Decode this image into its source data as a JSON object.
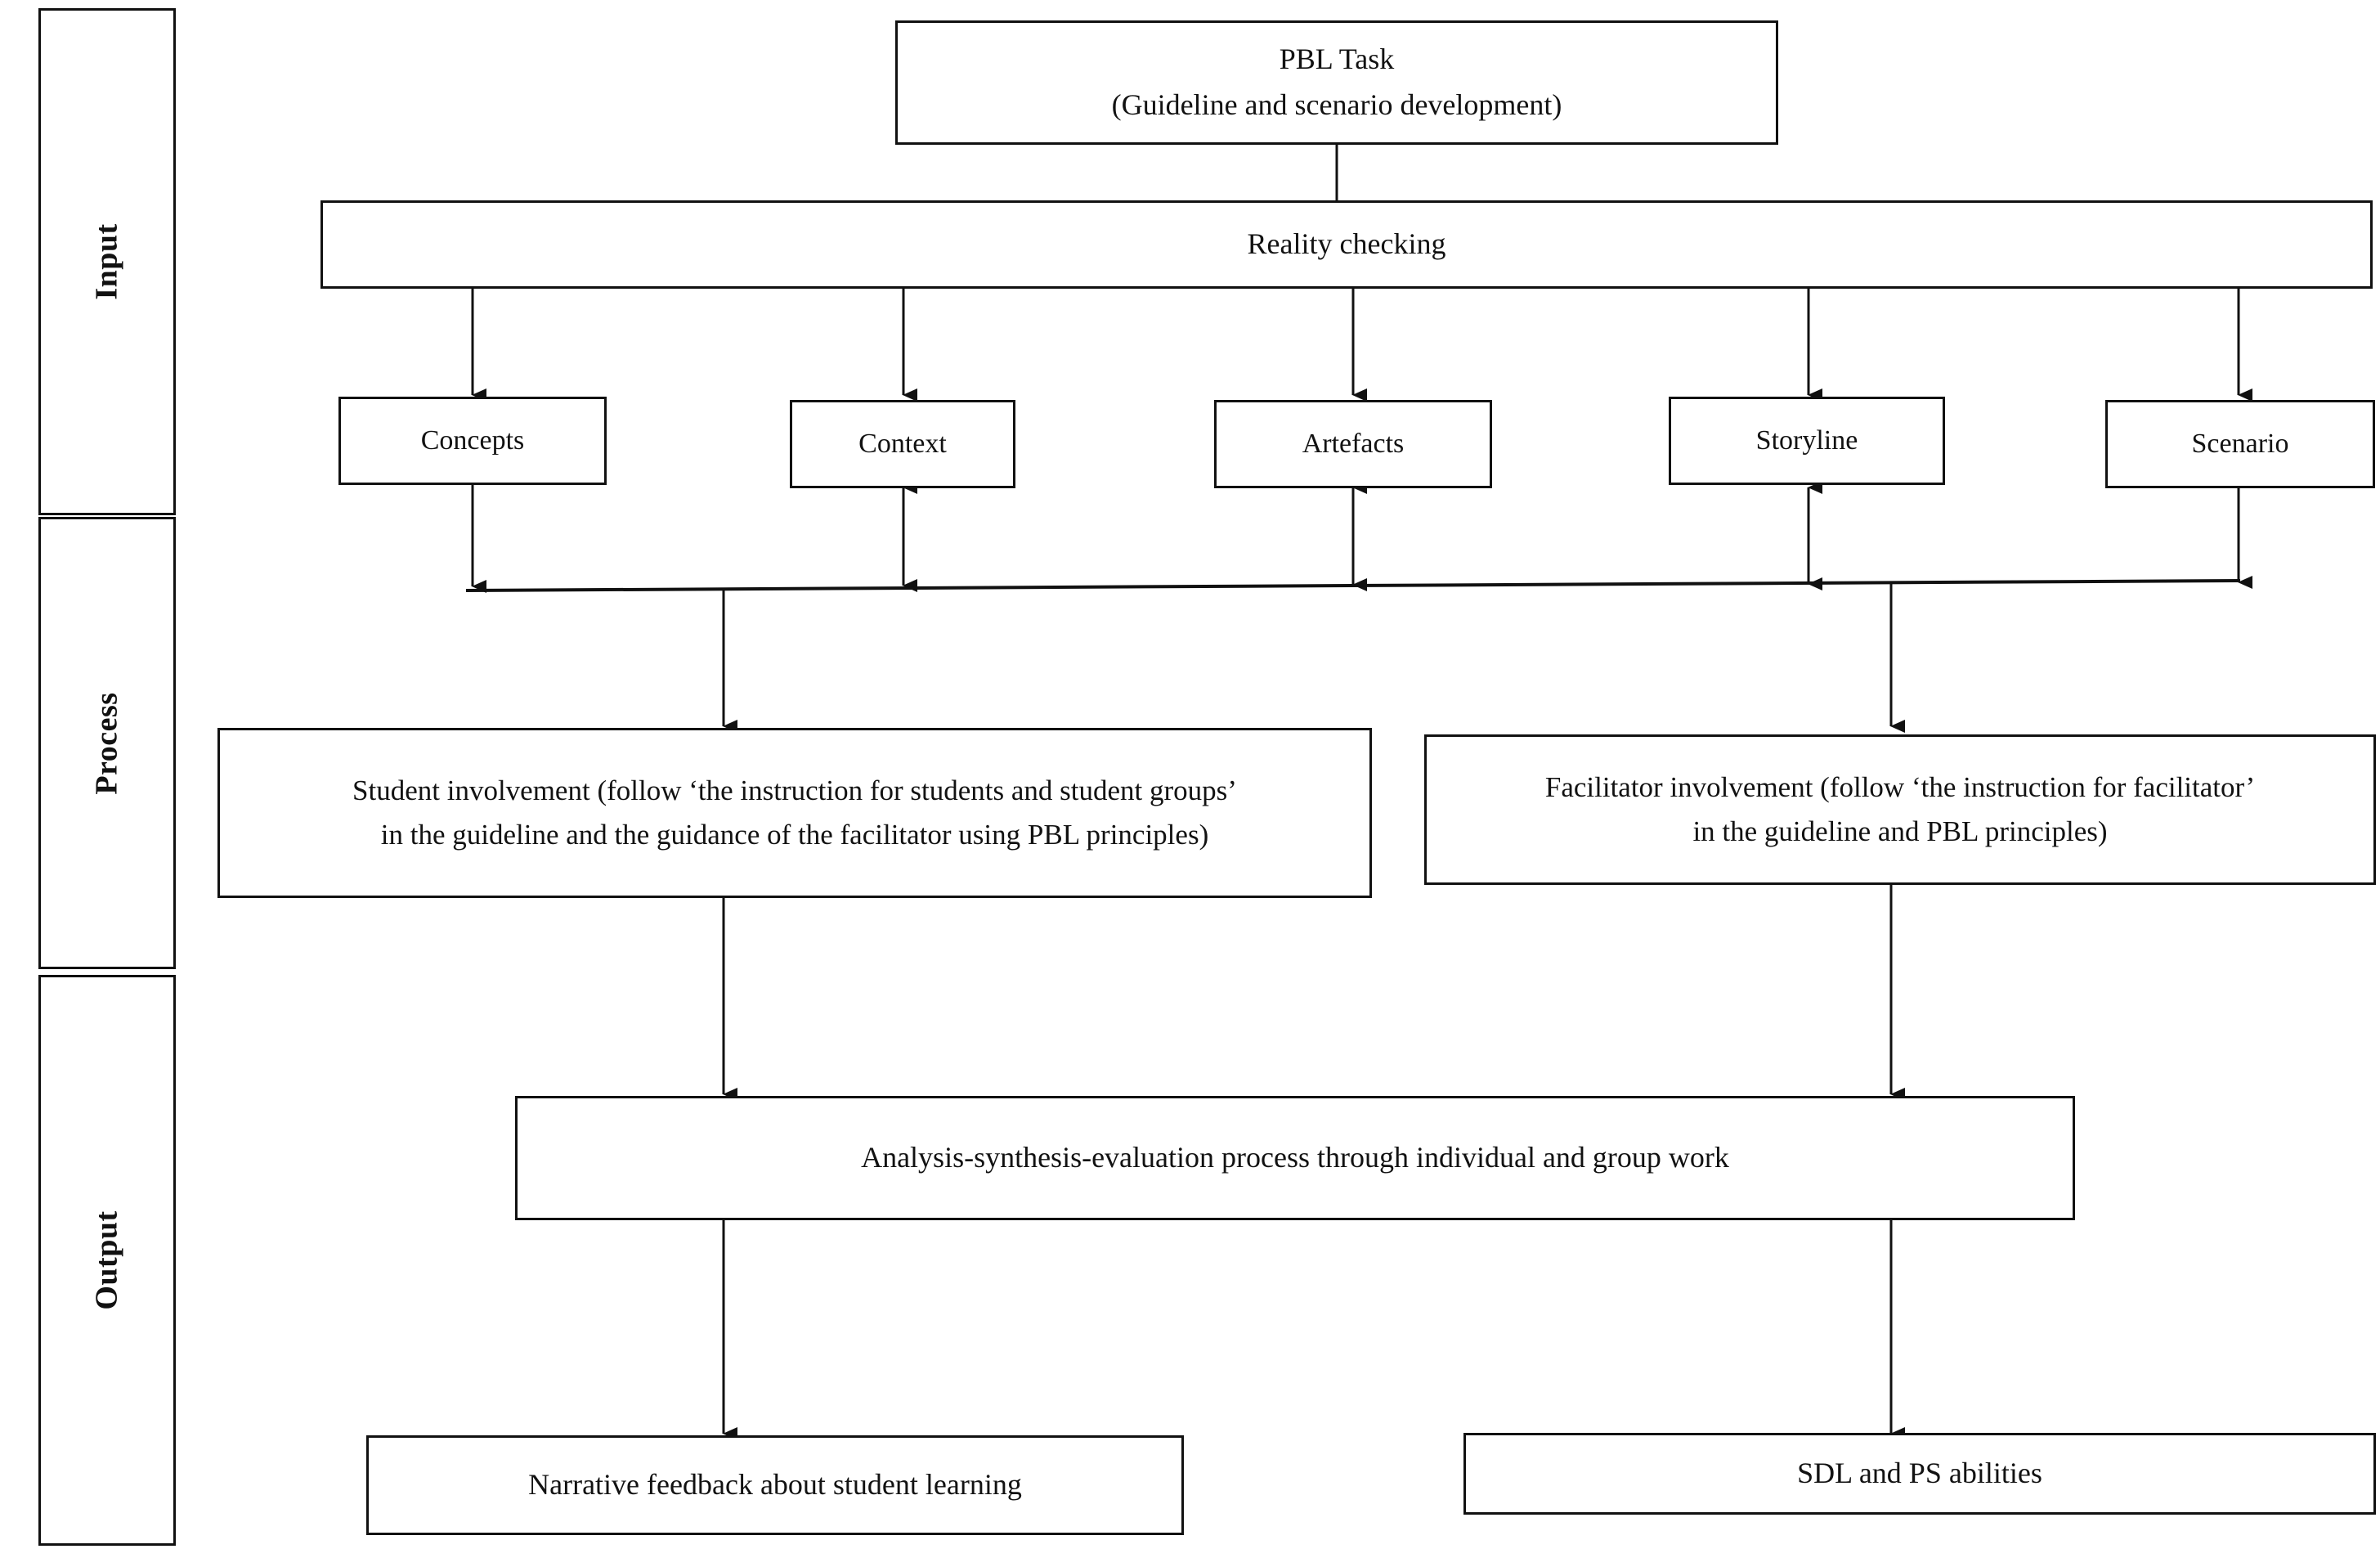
{
  "diagram": {
    "title": "PBL Task Input-Process-Output Flowchart",
    "stage_column": {
      "stages": [
        {
          "label": "Input"
        },
        {
          "label": "Process"
        },
        {
          "label": "Output"
        }
      ]
    },
    "nodes": {
      "pbl_task": {
        "line1": "PBL Task",
        "line2": "(Guideline and scenario development)"
      },
      "reality_checking": {
        "label": "Reality checking"
      },
      "components": [
        {
          "label": "Concepts"
        },
        {
          "label": "Context"
        },
        {
          "label": "Artefacts"
        },
        {
          "label": "Storyline"
        },
        {
          "label": "Scenario"
        }
      ],
      "student_involvement": {
        "line1": "Student involvement (follow ‘the instruction for students and student groups’",
        "line2": "in the guideline and the guidance of the facilitator using PBL principles)"
      },
      "facilitator_involvement": {
        "line1": "Facilitator involvement (follow ‘the instruction for facilitator’",
        "line2": "in the guideline and PBL principles)"
      },
      "analysis": {
        "label": "Analysis-synthesis-evaluation process through individual and group work"
      },
      "narrative_feedback": {
        "label": "Narrative feedback about student learning"
      },
      "sdl_ps": {
        "label": "SDL and PS abilities"
      }
    },
    "colors": {
      "stroke": "#111111",
      "text": "#121212",
      "background": "#ffffff"
    }
  }
}
